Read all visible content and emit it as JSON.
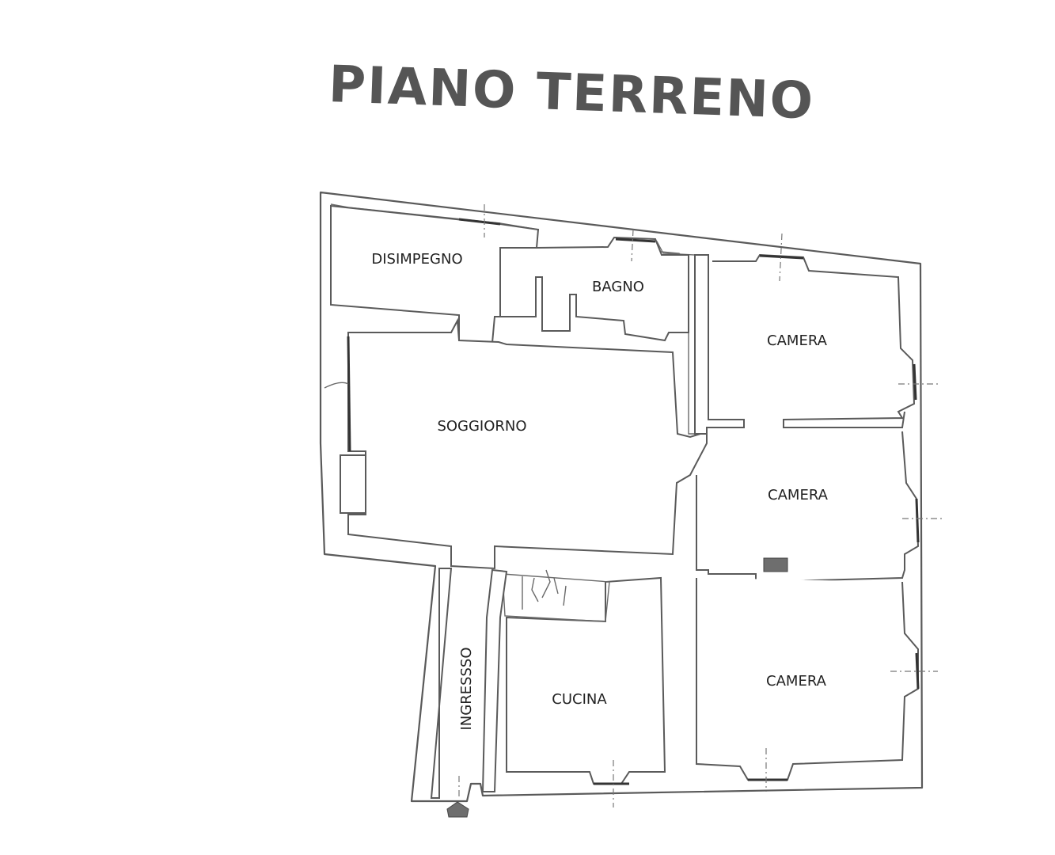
{
  "plan": {
    "title": "PIANO TERRENO"
  },
  "rooms": {
    "disimpegno": "DISIMPEGNO",
    "bagno": "BAGNO",
    "camera_top": "CAMERA",
    "soggiorno": "SOGGIORNO",
    "camera_middle": "CAMERA",
    "camera_bottom": "CAMERA",
    "cucina": "CUCINA",
    "ingresso": "INGRESSSO"
  }
}
